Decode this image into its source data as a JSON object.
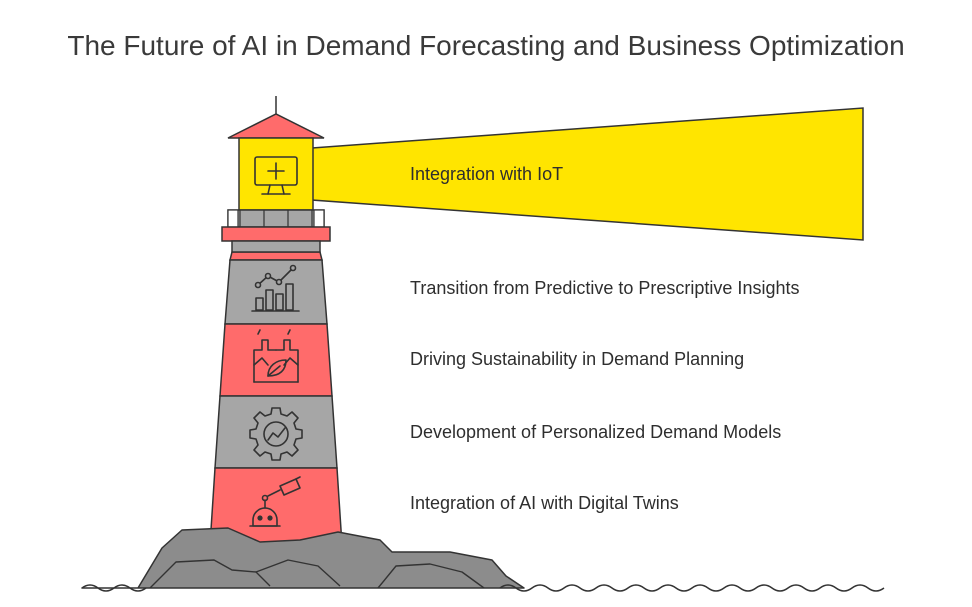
{
  "title": "The Future of AI in Demand Forecasting and Business Optimization",
  "items": [
    {
      "label": "Integration with IoT",
      "icon": "monitor-plus-icon"
    },
    {
      "label": "Transition from Predictive to Prescriptive Insights",
      "icon": "growth-chart-icon"
    },
    {
      "label": "Driving Sustainability in Demand Planning",
      "icon": "eco-factory-icon"
    },
    {
      "label": "Development of Personalized Demand Models",
      "icon": "gear-trend-icon"
    },
    {
      "label": "Integration of AI with Digital Twins",
      "icon": "robot-camera-icon"
    }
  ],
  "colors": {
    "beam": "#FFE500",
    "red": "#FF6B6B",
    "gray": "#A6A6A6",
    "rock": "#8C8C8C",
    "outline": "#333333"
  }
}
